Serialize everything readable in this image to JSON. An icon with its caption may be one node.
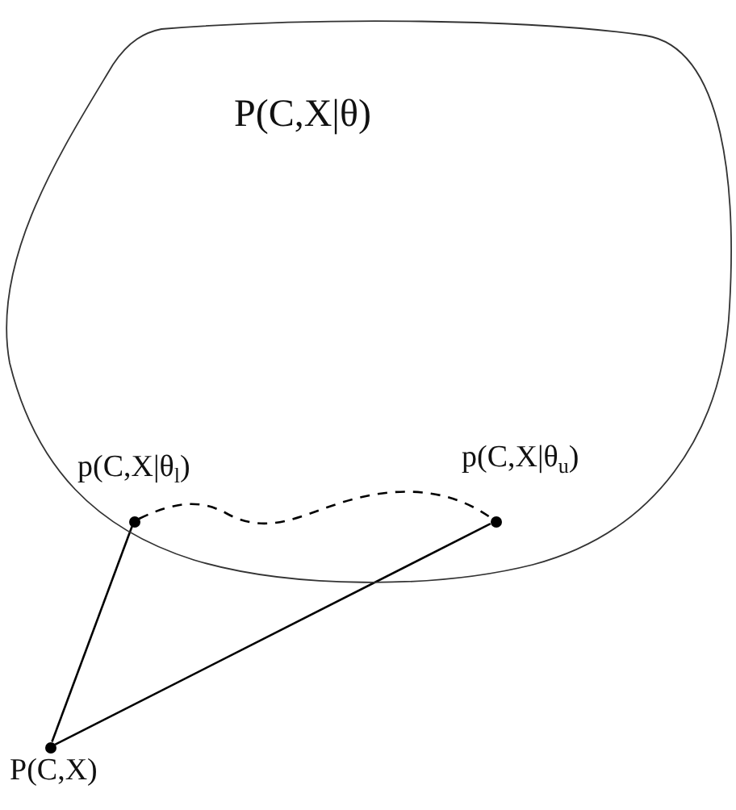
{
  "diagram": {
    "nodes": [
      {
        "text": [
          "P(C,X|θ)"
        ]
      },
      {
        "text": [],
        "shape": "circle",
        "in": 0,
        "beside": [
          "p(C,X|θ$_{l}$)"
        ]
      },
      {
        "text": [],
        "shape": "circle",
        "in": 0,
        "beside": [
          "p(C,X|θ$_{u}$)"
        ]
      },
      {
        "text": [],
        "shape": "circle",
        "beside": [
          "P(C,X)"
        ]
      }
    ],
    "edges": [
      {
        "from": 1,
        "to": 2,
        "arrow": "none",
        "style": "dashed"
      },
      {
        "from": 3,
        "to": 1,
        "arrow": "none"
      },
      {
        "from": 3,
        "to": 2,
        "arrow": "none"
      }
    ]
  }
}
